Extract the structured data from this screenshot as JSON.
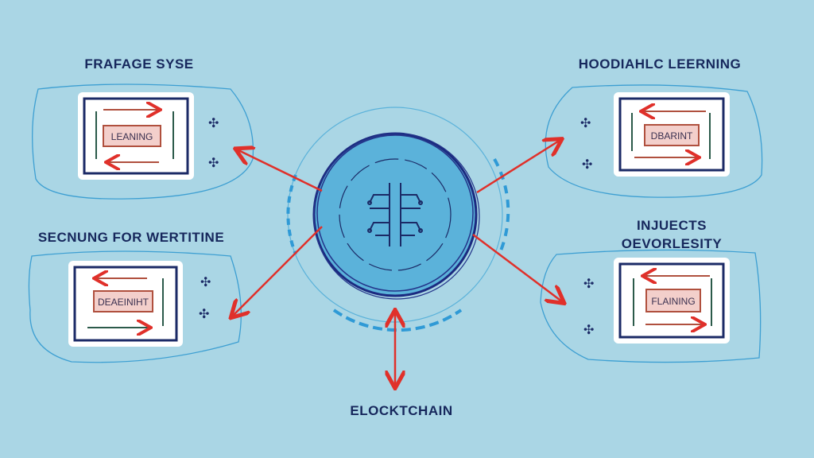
{
  "titles": {
    "top_left": "FRAFAGE SYSE",
    "mid_left": "SECNUNG FOR WERTITINE",
    "top_right": "HOODIAHLC LEERNING",
    "mid_right_line1": "INJUECTS",
    "mid_right_line2": "OEVORLESITY",
    "bottom": "ELOCKTCHAIN"
  },
  "panels": {
    "top_left_label": "LEANING",
    "mid_left_label": "DEAEINIHT",
    "top_right_label": "DBARINT",
    "mid_right_label": "FLAINING"
  },
  "colors": {
    "background": "#aad6e5",
    "text": "#16275c",
    "arrow": "#e0302a",
    "hub": "#5bb2da"
  }
}
